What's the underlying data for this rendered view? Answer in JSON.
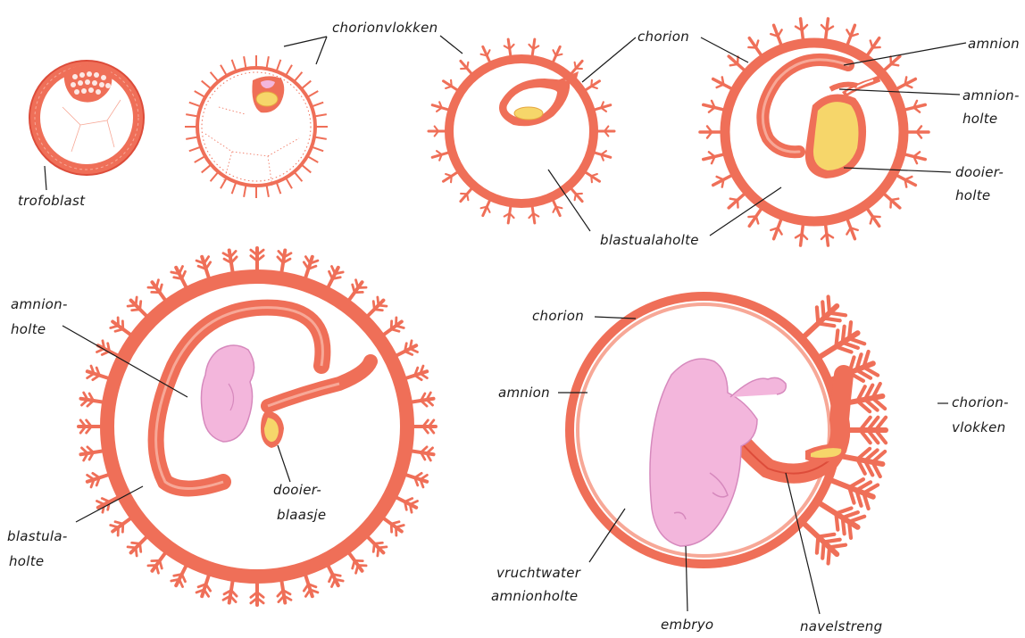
{
  "colors": {
    "tissue": "#ef6f58",
    "tissue_dark": "#dd4c3a",
    "tissue_light": "#f7a897",
    "cavity": "#ffffff",
    "embryo": "#f3b6dc",
    "embryo_outline": "#d689bd",
    "yolk": "#f6d66a",
    "yolk_outline": "#e7a640",
    "line": "#1a1a1a"
  },
  "labels": {
    "trofoblast": "trofoblast",
    "chorionvlokken_top": "chorionvlokken",
    "chorion_top": "chorion",
    "amnion_top": "amnion",
    "amnionholte_top_1": "amnion-",
    "amnionholte_top_2": "holte",
    "dooierholte_1": "dooier-",
    "dooierholte_2": "holte",
    "blastualaholte": "blastualaholte",
    "amnionholte_bl_1": "amnion-",
    "amnionholte_bl_2": "holte",
    "dooierblaasje_1": "dooier-",
    "dooierblaasje_2": "blaasje",
    "blastulaholte_1": "blastula-",
    "blastulaholte_2": "holte",
    "chorion_br": "chorion",
    "amnion_br": "amnion",
    "chorionvlokken_br_1": "chorion-",
    "chorionvlokken_br_2": "vlokken",
    "vruchtwater_1": "vruchtwater",
    "vruchtwater_2": "amnionholte",
    "embryo": "embryo",
    "navelstreng": "navelstreng"
  }
}
